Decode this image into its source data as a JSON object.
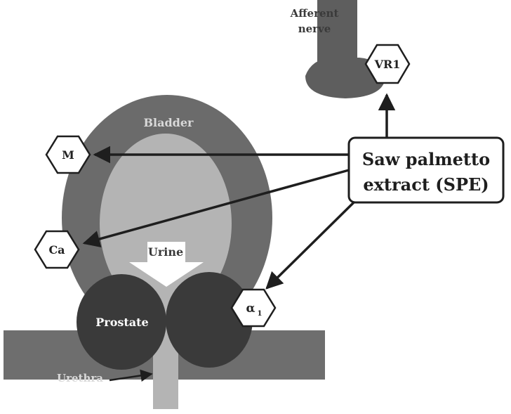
{
  "labels": {
    "afferent_line1": "Afferent",
    "afferent_line2": "nerve",
    "bladder": "Bladder",
    "urine": "Urine",
    "prostate": "Prostate",
    "urethra": "Urethra",
    "spe_line1": "Saw palmetto",
    "spe_line2": "extract (SPE)"
  },
  "receptors": {
    "vr1": "VR1",
    "m": "M",
    "ca": "Ca",
    "alpha": "α",
    "alpha_sub": "1"
  },
  "colors": {
    "bladder_wall": "#6b6b6b",
    "bladder_lumen": "#b4b4b4",
    "prostate": "#3a3a3a",
    "nerve": "#5e5e5e",
    "floor": "#6e6e6e",
    "urethra": "#b4b4b4",
    "arrow": "#1e1e1e"
  }
}
